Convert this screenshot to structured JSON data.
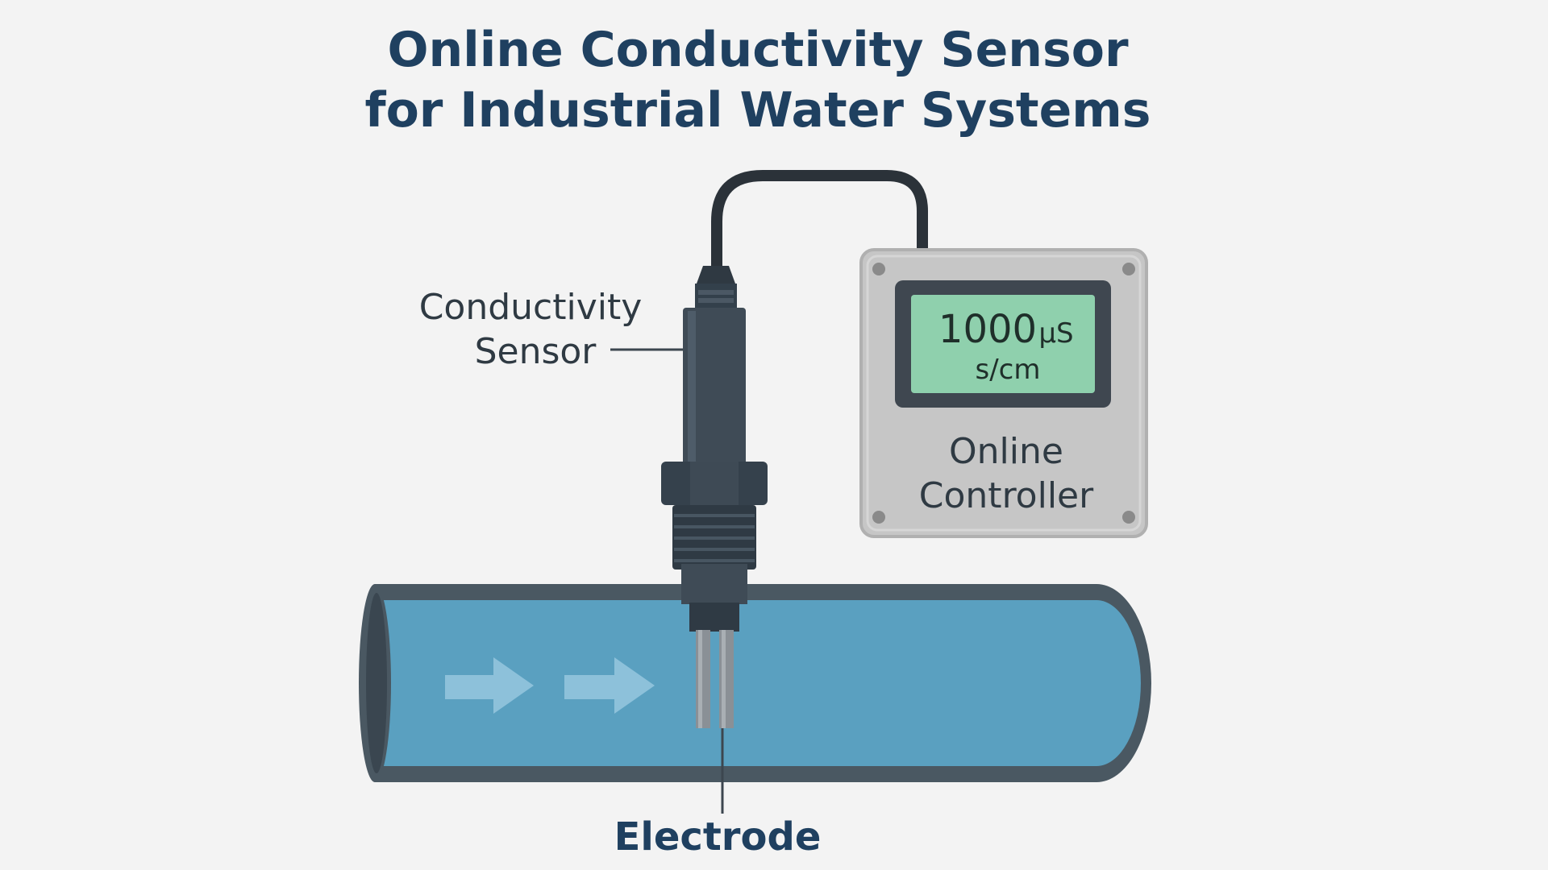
{
  "title": {
    "line1": "Online Conductivity Sensor",
    "line2": "for Industrial Water Systems"
  },
  "labels": {
    "sensor_line1": "Conductivity",
    "sensor_line2": "Sensor",
    "electrode": "Electrode",
    "controller_line1": "Online",
    "controller_line2": "Controller"
  },
  "display": {
    "value": "1000",
    "unit_part1": "µS",
    "unit_part2": "s/cm"
  },
  "colors": {
    "background": "#f3f3f3",
    "title": "#1f4060",
    "pipe_water": "#5aa0c0",
    "pipe_wall": "#4a5862",
    "sensor_body": "#3f4b56",
    "controller_panel": "#c6c6c6",
    "display_screen": "#8fd0ad"
  },
  "icons": {
    "flow_arrows": "arrow-right-icon"
  }
}
